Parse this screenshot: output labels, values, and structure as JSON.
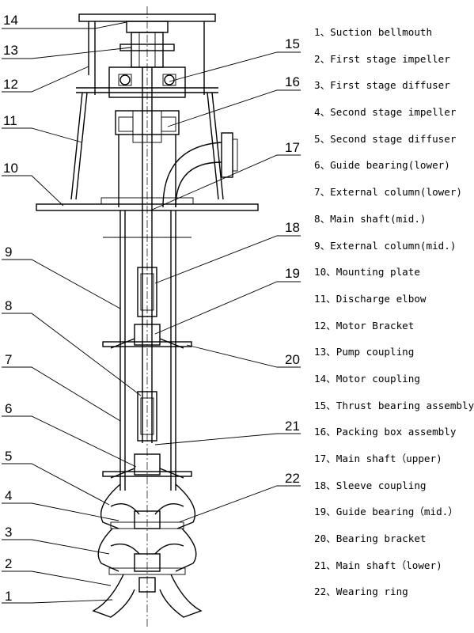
{
  "callouts": [
    "14",
    "13",
    "12",
    "11",
    "10",
    "9",
    "8",
    "7",
    "6",
    "5",
    "4",
    "3",
    "2",
    "1",
    "15",
    "16",
    "17",
    "18",
    "19",
    "20",
    "21",
    "22"
  ],
  "legend": [
    "1、Suction bellmouth",
    "2、First stage impeller",
    "3、First stage diffuser",
    "4、Second stage impeller",
    "5、Second stage diffuser",
    "6、Guide bearing(lower)",
    "7、External column(lower)",
    "8、Main shaft(mid.)",
    "9、External column(mid.)",
    "10、Mounting plate",
    "11、Discharge elbow",
    "12、Motor Bracket",
    "13、Pump coupling",
    "14、Motor coupling",
    "15、Thrust bearing assembly",
    "16、Packing box assembly",
    "17、Main shaft（upper)",
    "18、Sleeve coupling",
    "19、Guide bearing（mid.）",
    "20、Bearing bracket",
    "21、Main shaft（lower)",
    "22、Wearing ring"
  ]
}
